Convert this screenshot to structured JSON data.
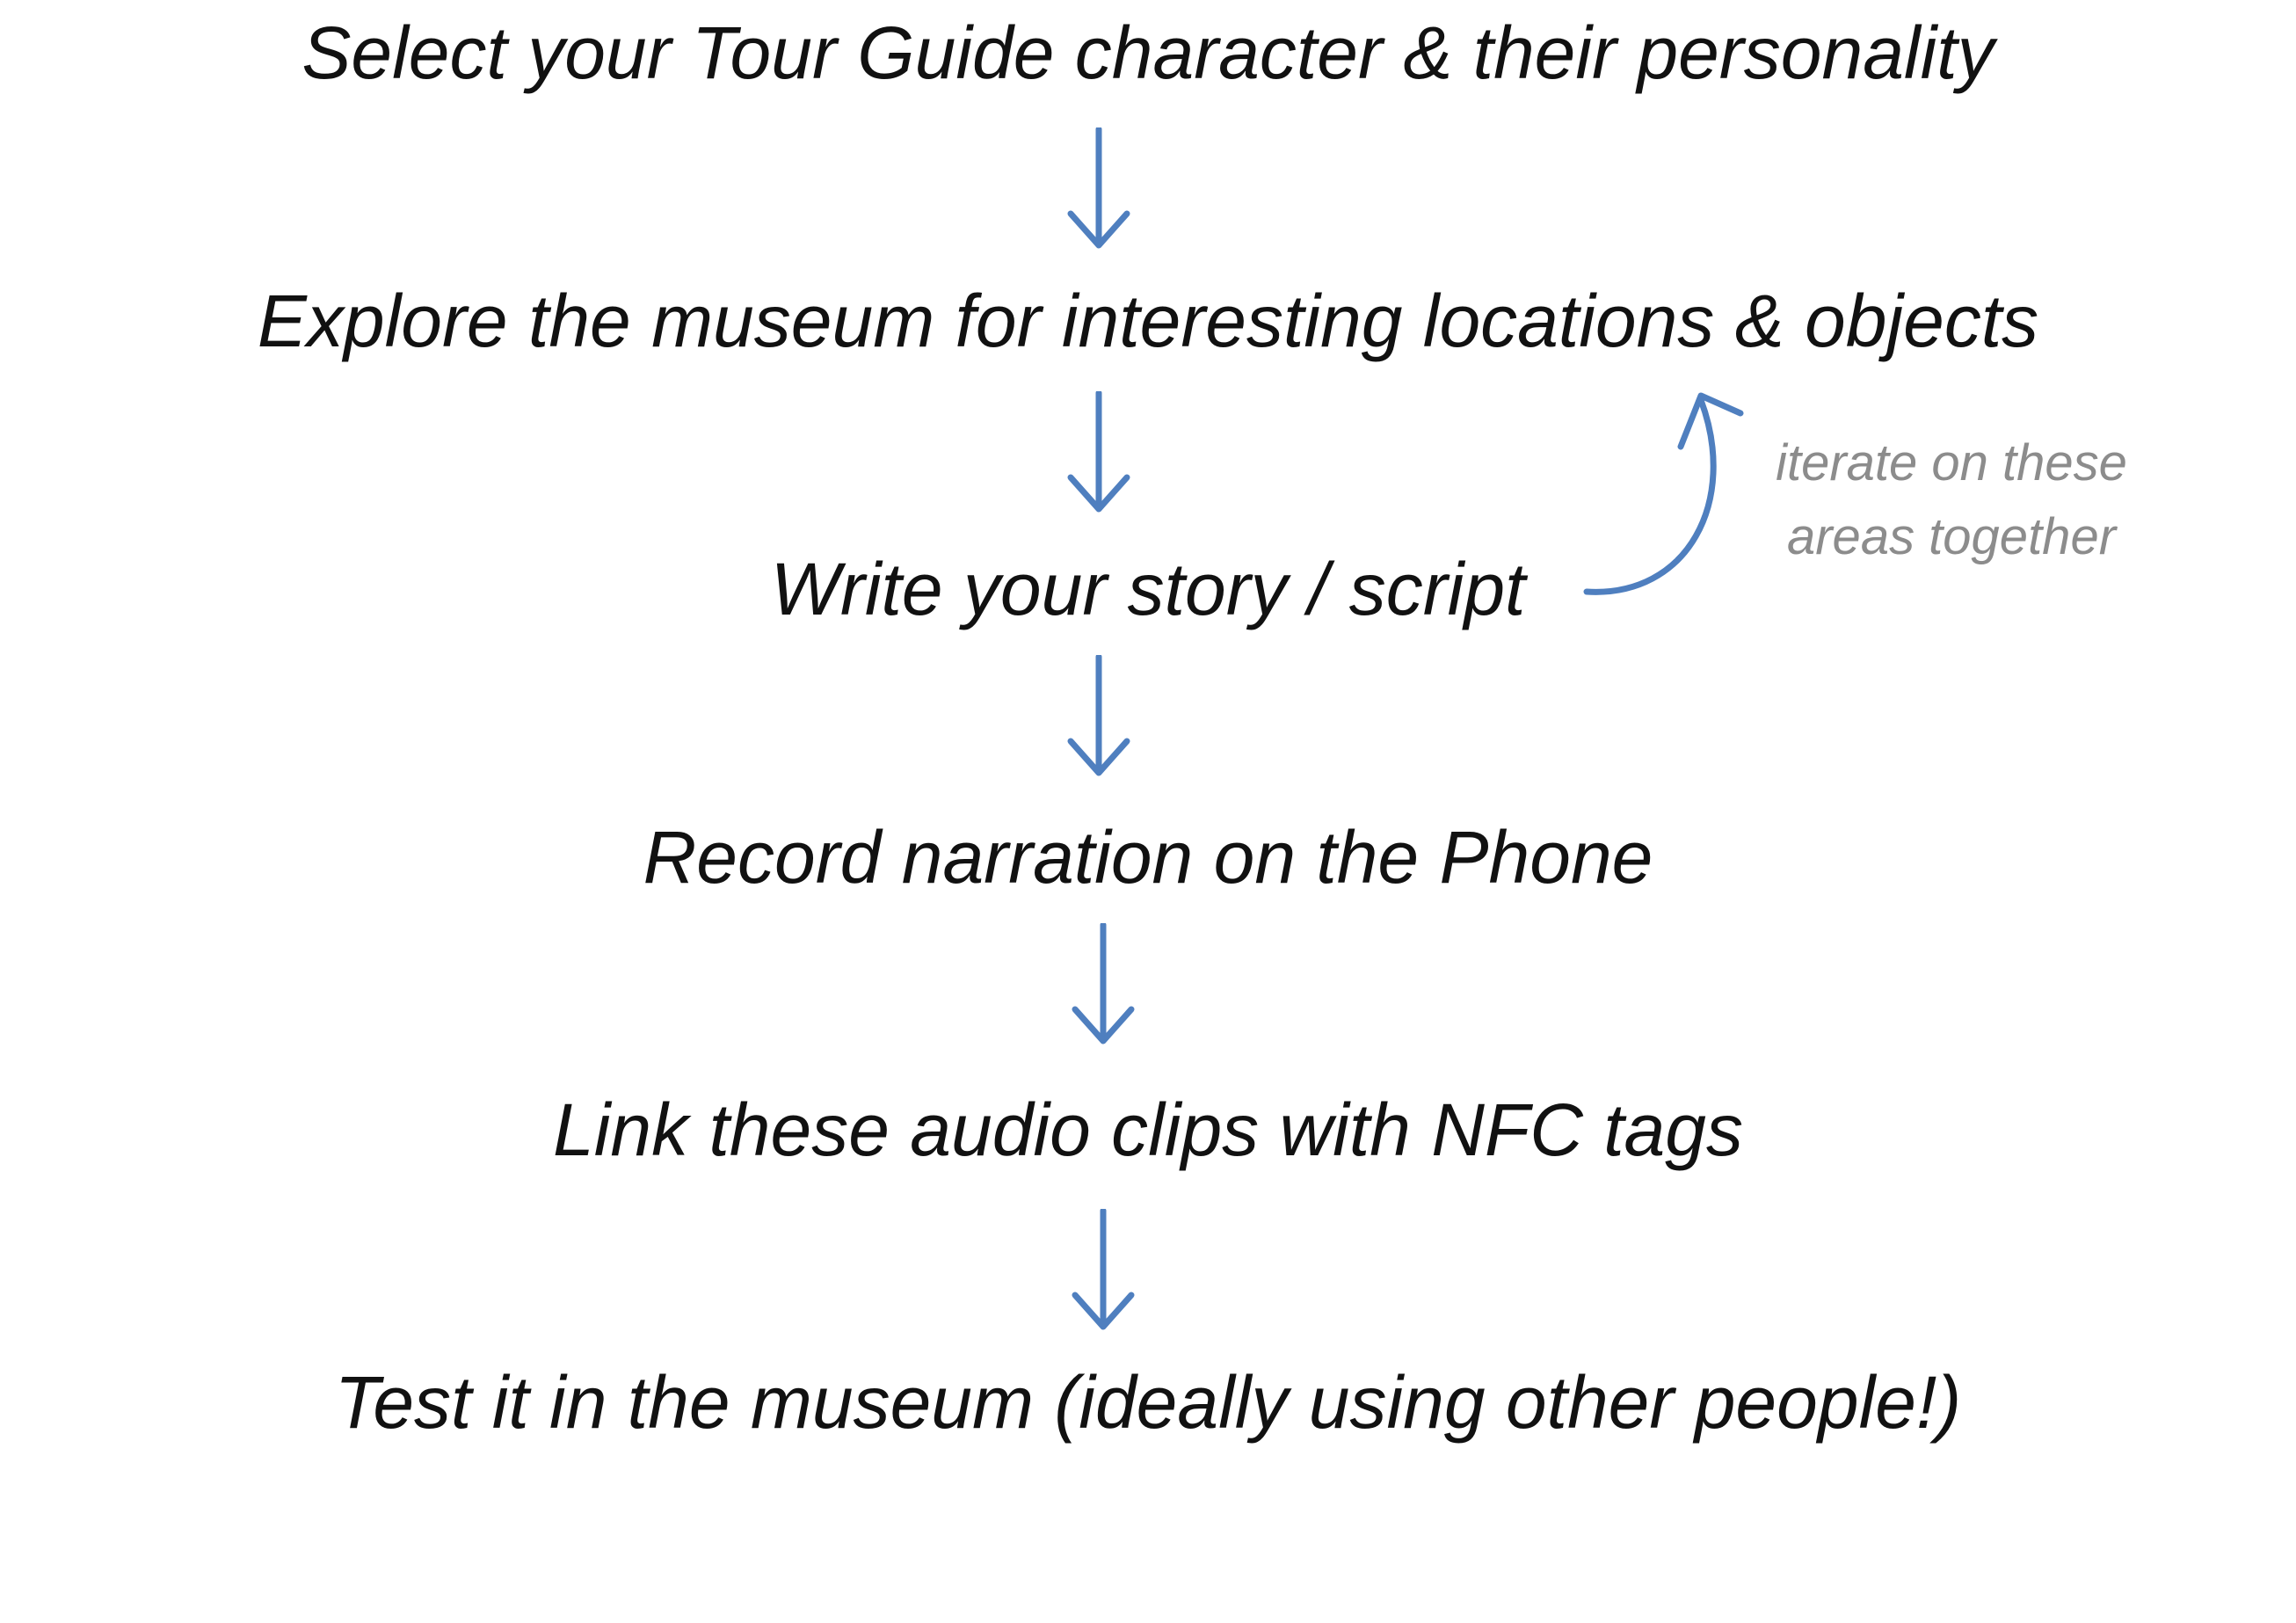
{
  "diagram": {
    "steps": [
      {
        "label": "Select your Tour Guide character & their personality"
      },
      {
        "label": "Explore the museum for interesting locations & objects"
      },
      {
        "label": "Write your story / script"
      },
      {
        "label": "Record narration on the Phone"
      },
      {
        "label": "Link these audio clips with NFC tags"
      },
      {
        "label": "Test it in the museum (ideally using other people!)"
      }
    ],
    "iterate_note": {
      "line1": "iterate on these",
      "line2": "areas together"
    },
    "colors": {
      "arrow": "#4f7fbf",
      "text": "#111111",
      "note": "#8c8c8c",
      "background": "#ffffff"
    }
  }
}
